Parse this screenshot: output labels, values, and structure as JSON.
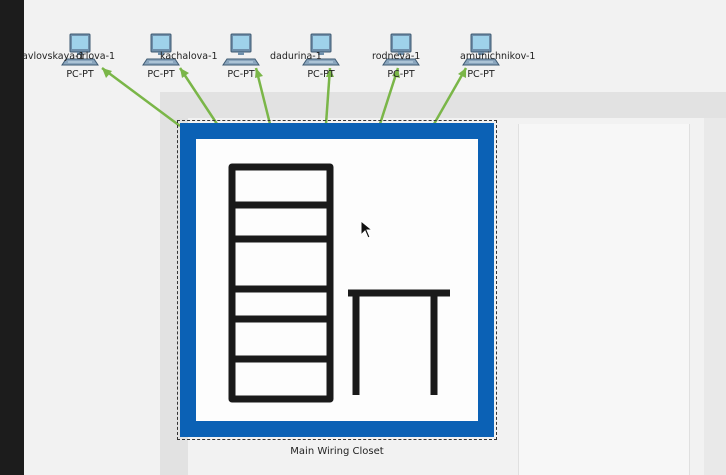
{
  "workspace": {
    "devices": [
      {
        "type": "PC-PT",
        "name": "avlovskaya-1"
      },
      {
        "type": "PC-PT",
        "name": "orlova-1"
      },
      {
        "type": "PC-PT",
        "name": "kachalova-1"
      },
      {
        "type": "PC-PT",
        "name": "dadurina-1"
      },
      {
        "type": "PC-PT",
        "name": "rodneva-1"
      },
      {
        "type": "PC-PT",
        "name": "amunichnikov-1"
      }
    ],
    "closet": {
      "label": "Main Wiring Closet"
    },
    "link_color": "#7ab648",
    "closet_color": "#0b61b5"
  }
}
